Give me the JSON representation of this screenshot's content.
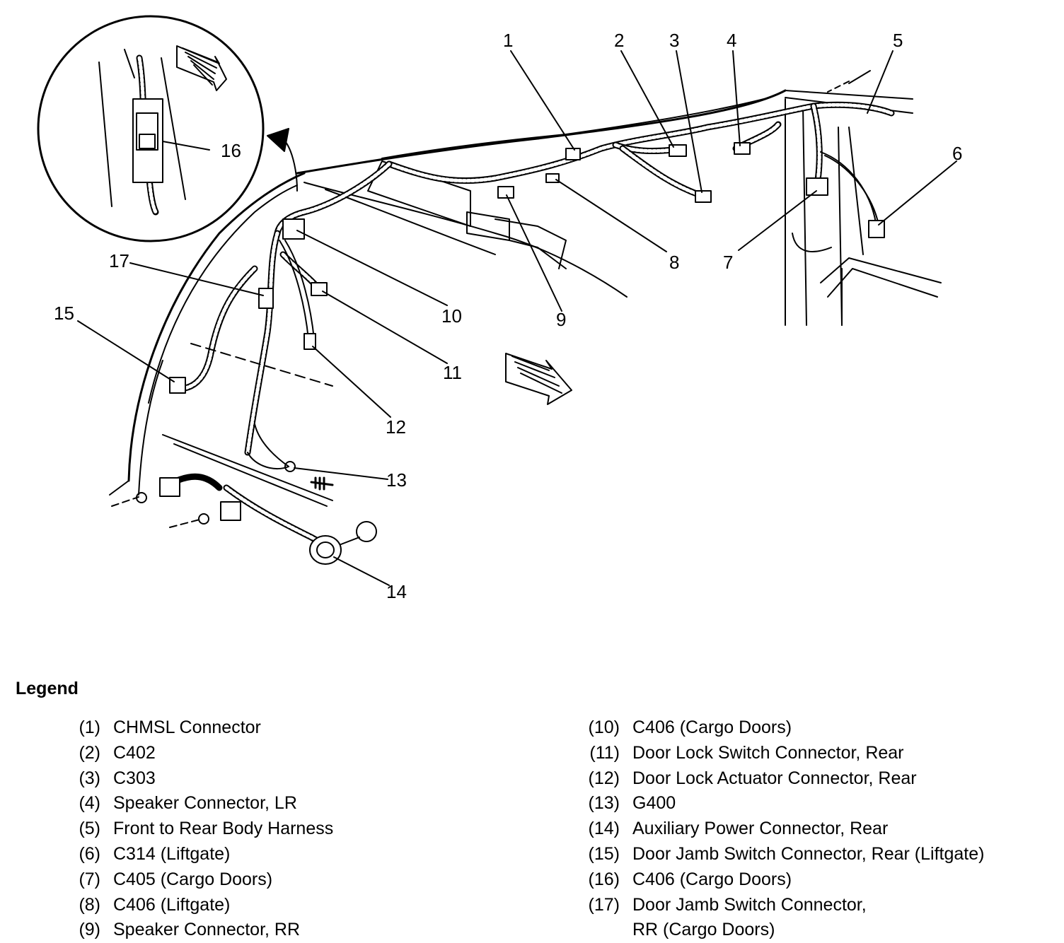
{
  "callouts": {
    "c1": "1",
    "c2": "2",
    "c3": "3",
    "c4": "4",
    "c5": "5",
    "c6": "6",
    "c7": "7",
    "c8": "8",
    "c9": "9",
    "c10": "10",
    "c11": "11",
    "c12": "12",
    "c13": "13",
    "c14": "14",
    "c15": "15",
    "c16": "16",
    "c17": "17"
  },
  "legend": {
    "title": "Legend",
    "left": [
      {
        "num": "(1)",
        "label": "CHMSL Connector"
      },
      {
        "num": "(2)",
        "label": "C402"
      },
      {
        "num": "(3)",
        "label": "C303"
      },
      {
        "num": "(4)",
        "label": "Speaker Connector, LR"
      },
      {
        "num": "(5)",
        "label": "Front to Rear Body Harness"
      },
      {
        "num": "(6)",
        "label": "C314 (Liftgate)"
      },
      {
        "num": "(7)",
        "label": "C405 (Cargo Doors)"
      },
      {
        "num": "(8)",
        "label": "C406 (Liftgate)"
      },
      {
        "num": "(9)",
        "label": "Speaker Connector, RR"
      }
    ],
    "right": [
      {
        "num": "(10)",
        "label": "C406 (Cargo Doors)"
      },
      {
        "num": "(11)",
        "label": "Door Lock Switch Connector, Rear"
      },
      {
        "num": "(12)",
        "label": "Door Lock Actuator Connector, Rear"
      },
      {
        "num": "(13)",
        "label": "G400"
      },
      {
        "num": "(14)",
        "label": "Auxiliary Power Connector, Rear"
      },
      {
        "num": "(15)",
        "label": "Door Jamb Switch Connector, Rear (Liftgate)"
      },
      {
        "num": "(16)",
        "label": "C406 (Cargo Doors)"
      },
      {
        "num": "(17)",
        "label": "Door Jamb Switch Connector,\nRR (Cargo Doors)"
      }
    ]
  }
}
